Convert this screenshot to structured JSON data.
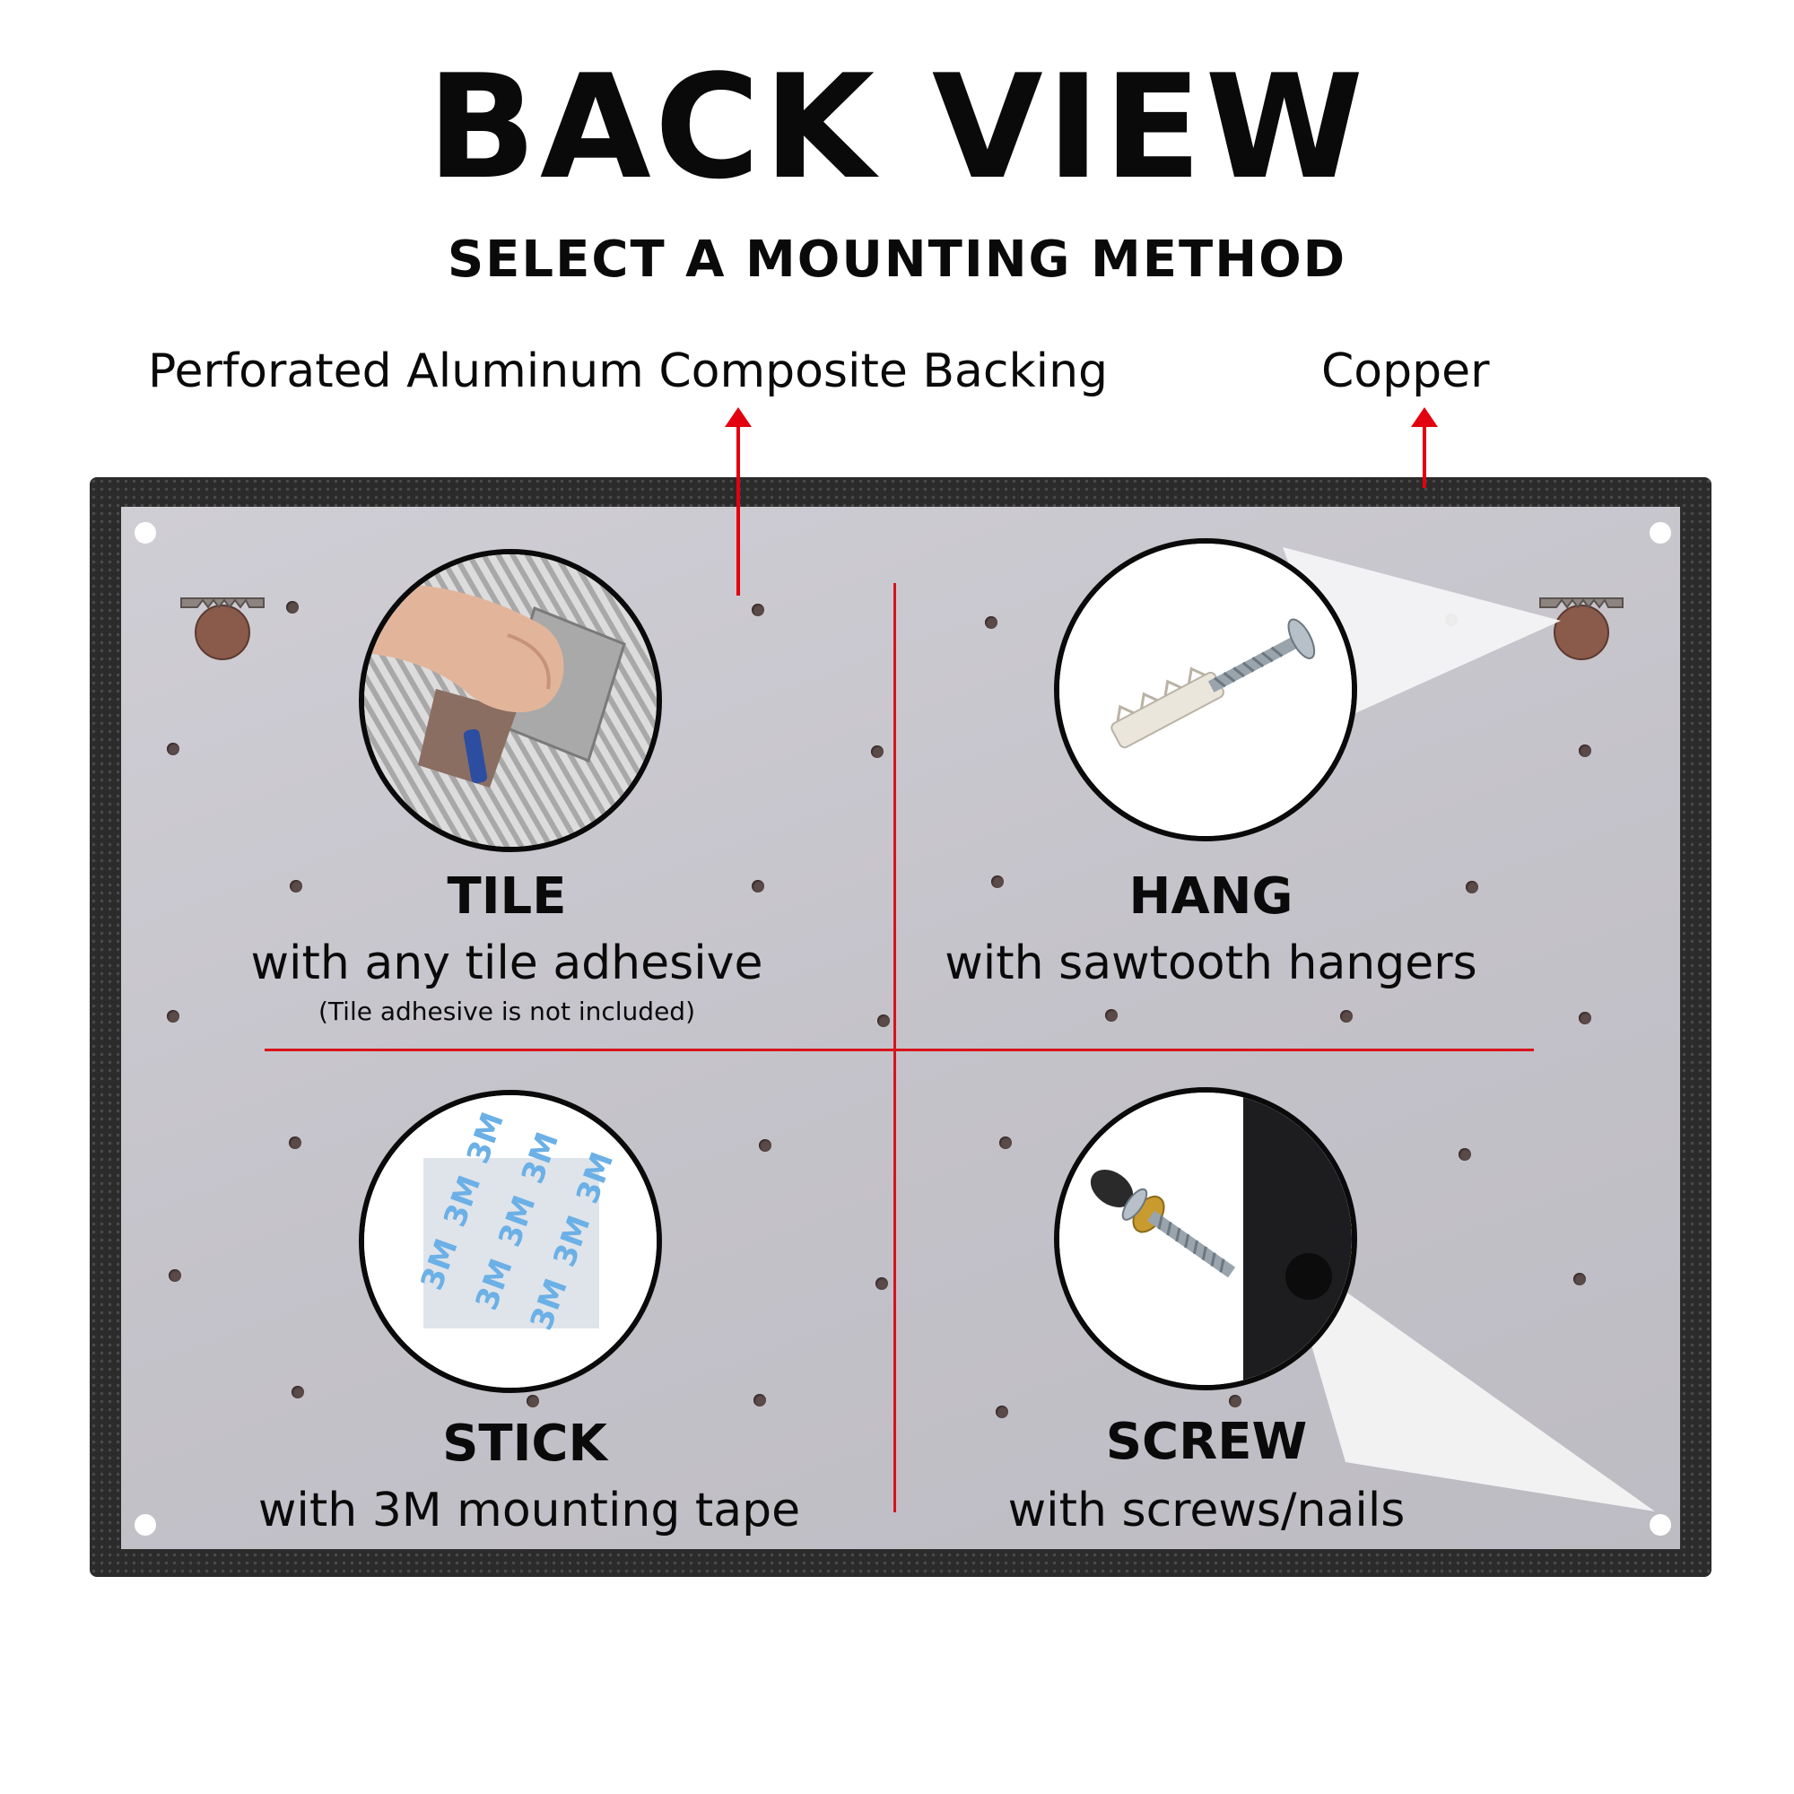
{
  "header": {
    "title": "BACK VIEW",
    "subtitle": "SELECT A MOUNTING METHOD"
  },
  "callouts": {
    "backing": "Perforated Aluminum Composite Backing",
    "copper": "Copper"
  },
  "methods": {
    "tile": {
      "title": "TILE",
      "description": "with any tile adhesive",
      "note": "(Tile adhesive is not included)",
      "icon": "trowel-image"
    },
    "hang": {
      "title": "HANG",
      "description": "with sawtooth hangers",
      "icon": "wall-anchor-screw-image"
    },
    "stick": {
      "title": "STICK",
      "description": "with 3M mounting tape",
      "icon": "mounting-tape-image",
      "tape_mark": "3M"
    },
    "screw": {
      "title": "SCREW",
      "description": "with screws/nails",
      "icon": "screw-with-cap-image"
    }
  },
  "colors": {
    "accent_red": "#e3000f",
    "panel": "#c8c6cd",
    "frame": "#2b2b2b"
  }
}
